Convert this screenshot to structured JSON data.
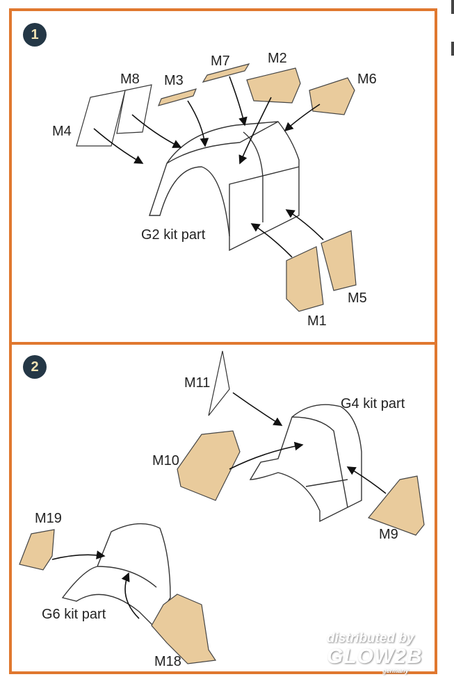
{
  "steps": [
    {
      "number": "1",
      "labels": {
        "M8": "M8",
        "M3": "M3",
        "M7": "M7",
        "M2": "M2",
        "M6": "M6",
        "M4": "M4",
        "M5": "M5",
        "M1": "M1",
        "kit": "G2 kit part"
      }
    },
    {
      "number": "2",
      "labels": {
        "M11": "M11",
        "M10": "M10",
        "M9": "M9",
        "M19": "M19",
        "M18": "M18",
        "kit_g4": "G4 kit part",
        "kit_g6": "G6 kit part"
      }
    }
  ],
  "watermark": {
    "line1": "distributed by",
    "line2": "GLOW2B",
    "line3": "germany"
  },
  "colors": {
    "border": "#e0782f",
    "badge": "#243746",
    "mask": "#e9cb9c"
  }
}
